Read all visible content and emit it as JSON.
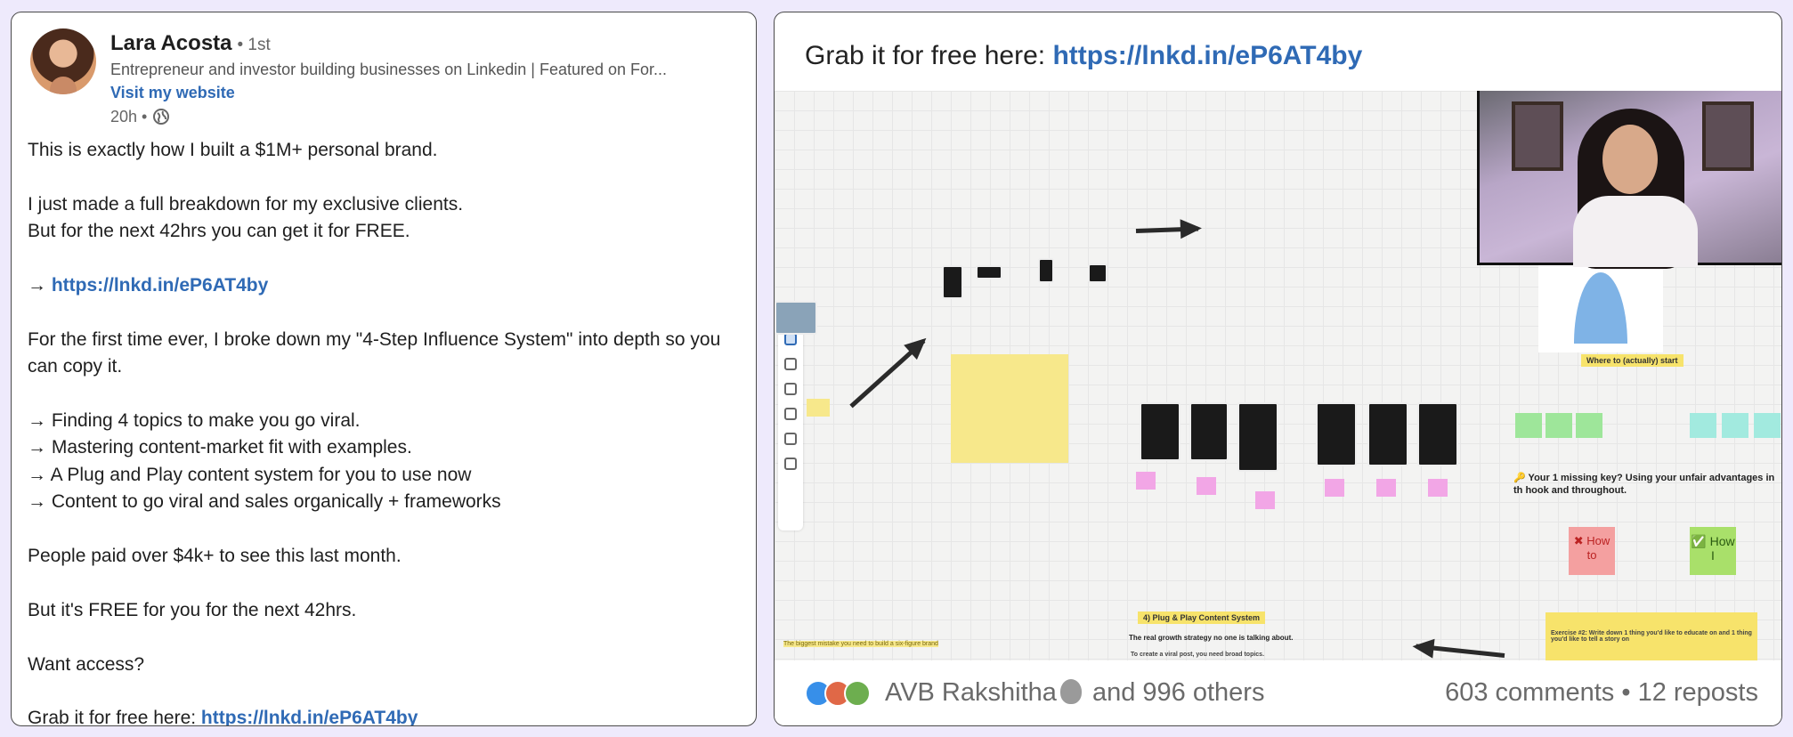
{
  "post": {
    "author_name": "Lara Acosta",
    "degree": "• 1st",
    "headline": "Entrepreneur and investor building businesses on Linkedin | Featured on For...",
    "website_link": "Visit my website",
    "time": "20h •",
    "lines": [
      "This is exactly how I built a $1M+ personal brand.",
      "",
      "I just made a full breakdown for my exclusive clients.",
      "But for the next 42hrs you can get it for FREE.",
      "",
      "→ ",
      "",
      "For the first time ever, I broke down my \"4-Step Influence System\" into depth so you can copy it.",
      "",
      "→ Finding 4 topics to make you go viral.",
      "→ Mastering content-market fit with examples.",
      "→ A Plug and Play content system for you to use now",
      "→ Content to go viral and sales organically + frameworks",
      "",
      "People paid over $4k+ to see this last month.",
      "",
      "But it's FREE for you for the next 42hrs.",
      "",
      "Want access?",
      "",
      "Grab it for free here: "
    ],
    "link": "https://lnkd.in/eP6AT4by"
  },
  "media": {
    "title_prefix": "Grab it for free here: ",
    "title_link": "https://lnkd.in/eP6AT4by",
    "board": {
      "missing_key": "🔑 Your 1 missing key? Using your unfair advantages in th hook and throughout.",
      "how_to": "✖ How to",
      "how_i": "✅ How I",
      "where_to_start": "Where to (actually) start",
      "plug_play": "4) Plug & Play Content System",
      "real_growth": "The real growth strategy no one is talking about.",
      "viral_post": "To create a viral post, you need broad topics.",
      "biggest_mistake": "The biggest mistake you need to build a six-figure brand",
      "exercise": "Exercise #2: Write down 1 thing you'd like to educate on and 1 thing you'd like to tell a story on"
    }
  },
  "social": {
    "reactors": "AVB Rakshitha",
    "others": "and 996 others",
    "counts": "603 comments • 12 reposts"
  },
  "colors": {
    "link": "#2f6ab5",
    "background": "#eeeafc",
    "like": "#378fe9",
    "celebrate": "#e06847",
    "support": "#6dae4f"
  }
}
